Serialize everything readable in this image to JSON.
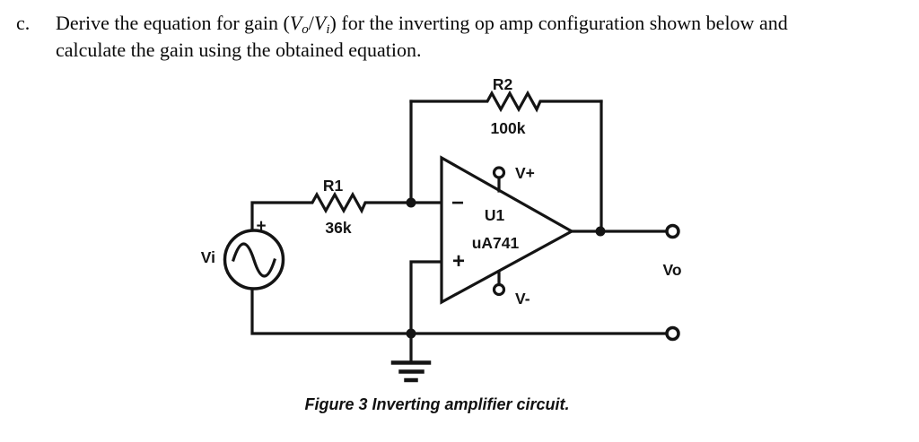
{
  "problem": {
    "item_label": "c.",
    "line1_pre": "Derive the equation for gain (",
    "gain_numerator": "V",
    "gain_numerator_sub": "o",
    "gain_divider": "/",
    "gain_denominator": "V",
    "gain_denominator_sub": "i",
    "line1_post": ") for the inverting op amp configuration shown below and",
    "line2": "calculate the gain using the obtained equation."
  },
  "circuit": {
    "ink_color": "#141414",
    "input_source": {
      "label": "Vi",
      "polarity": "+"
    },
    "r1": {
      "name": "R1",
      "value": "36k"
    },
    "r2": {
      "name": "R2",
      "value": "100k"
    },
    "opamp": {
      "designator": "U1",
      "part_number": "uA741",
      "inverting_symbol": "−",
      "noninverting_symbol": "+",
      "positive_supply": "V+",
      "negative_supply": "V-"
    },
    "output_label": "Vo"
  },
  "caption": "Figure 3 Inverting amplifier circuit."
}
